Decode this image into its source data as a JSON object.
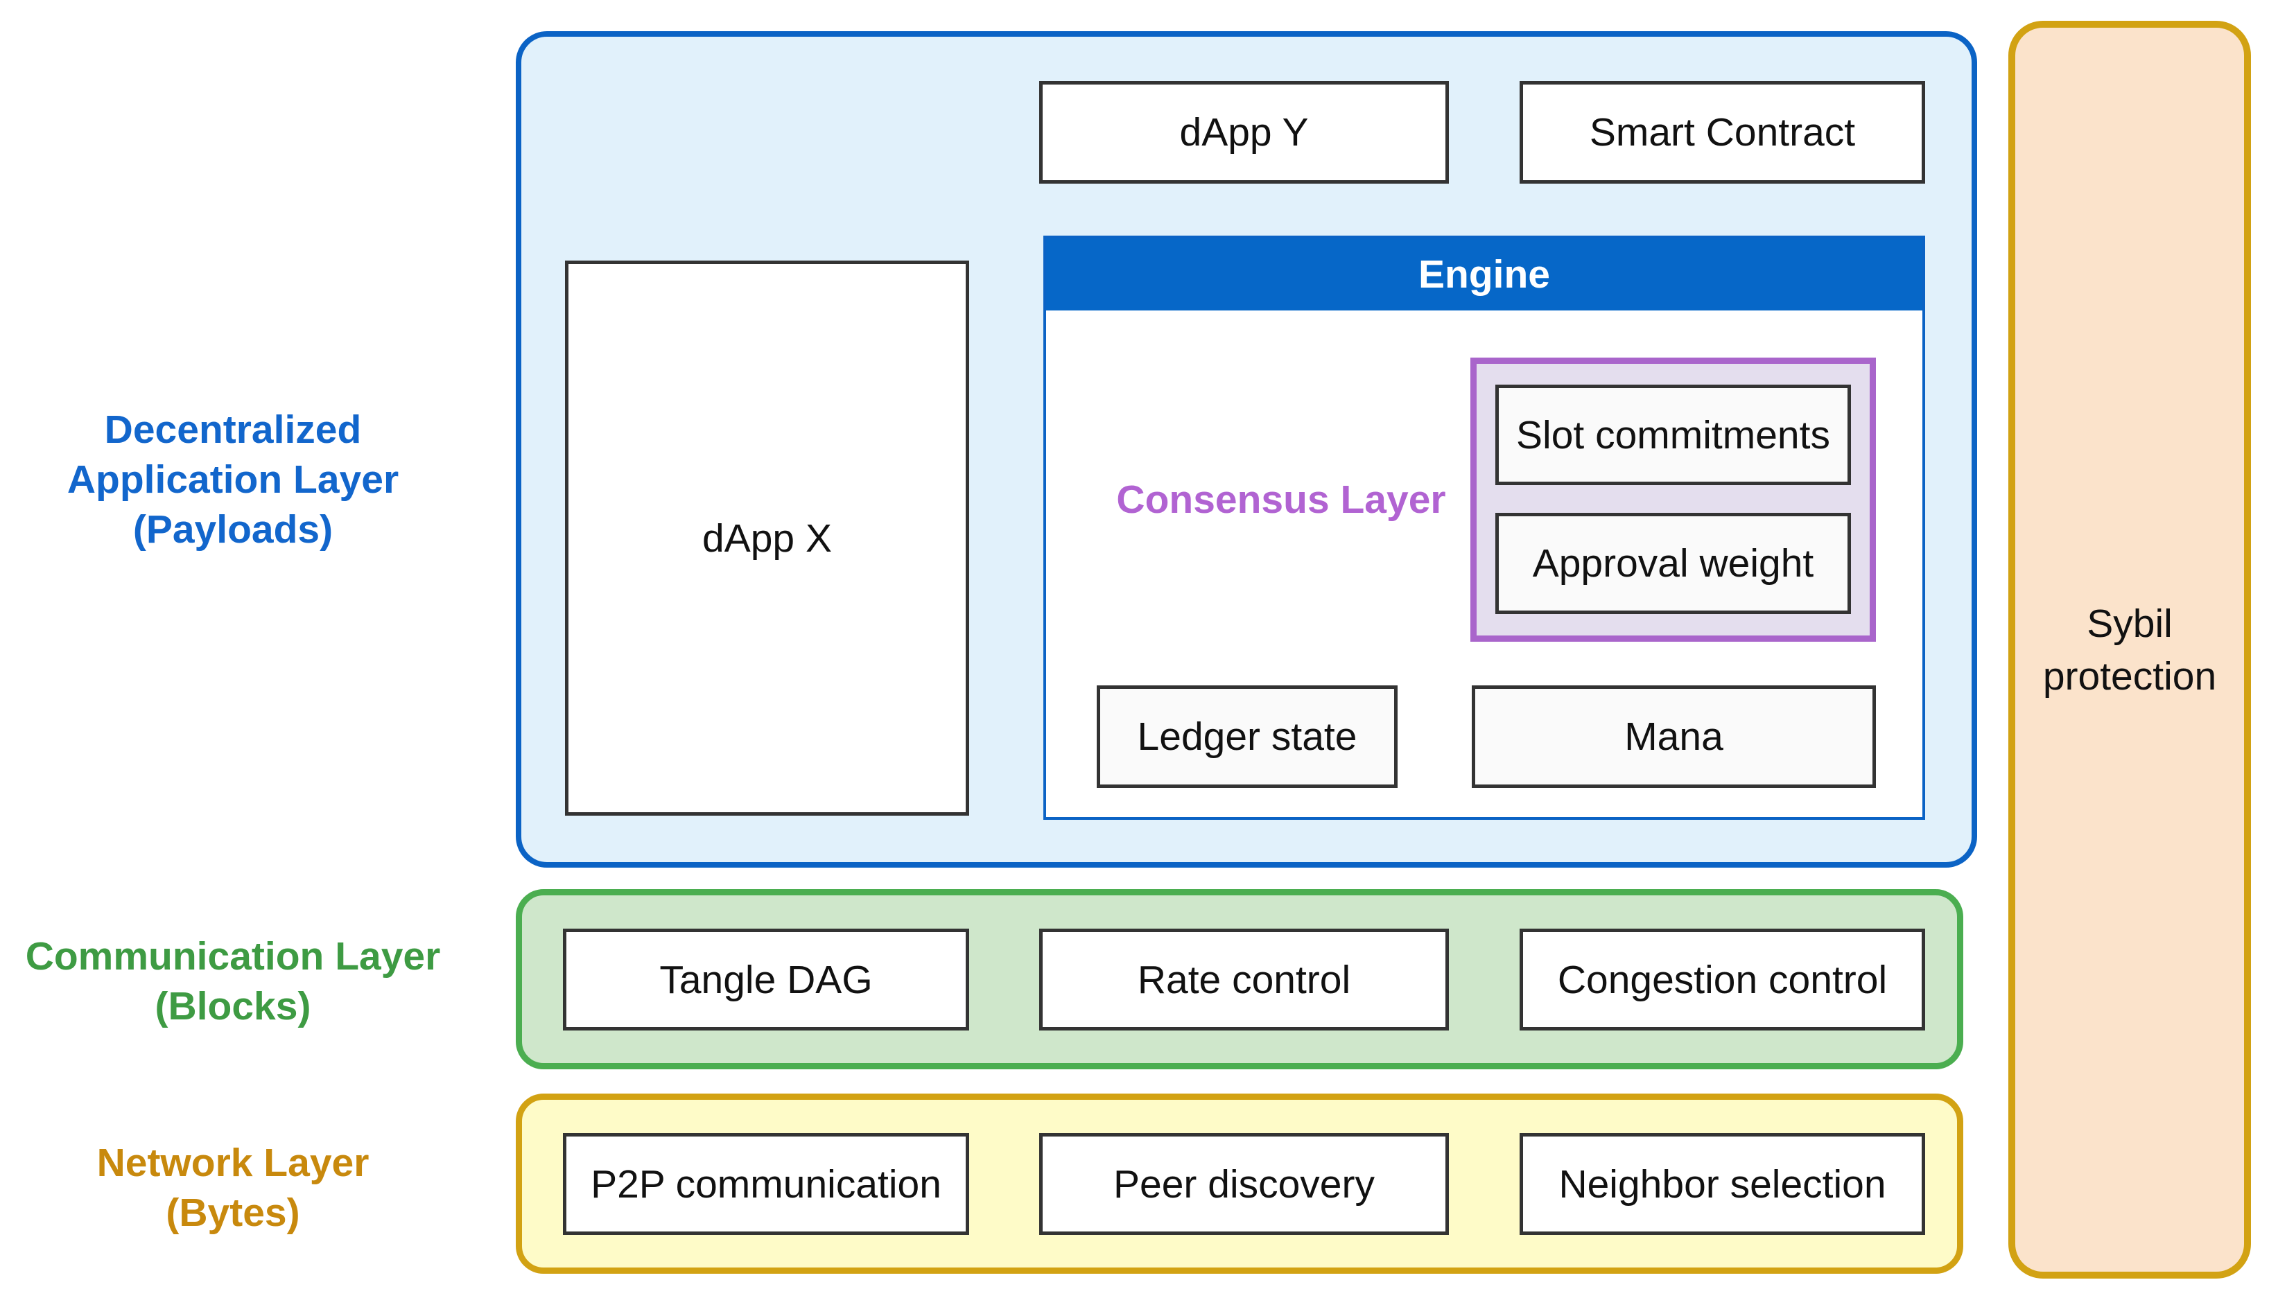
{
  "diagram": {
    "side_labels": {
      "application": {
        "text": "Decentralized\nApplication Layer\n(Payloads)",
        "color": "#1266CC"
      },
      "communication": {
        "text": "Communication Layer\n(Blocks)",
        "color": "#3E9B43"
      },
      "network": {
        "text": "Network Layer\n(Bytes)",
        "color": "#C8890D"
      }
    },
    "application_layer": {
      "dapp_y": "dApp Y",
      "smart_contract": "Smart Contract",
      "dapp_x": "dApp X",
      "engine": {
        "title": "Engine",
        "consensus_label": "Consensus Layer",
        "slot_commitments": "Slot commitments",
        "approval_weight": "Approval weight",
        "ledger_state": "Ledger state",
        "mana": "Mana"
      }
    },
    "communication_layer": {
      "tangle_dag": "Tangle DAG",
      "rate_control": "Rate control",
      "congestion_control": "Congestion control"
    },
    "network_layer": {
      "p2p_communication": "P2P communication",
      "peer_discovery": "Peer discovery",
      "neighbor_selection": "Neighbor selection"
    },
    "sybil": {
      "text": "Sybil\nprotection"
    },
    "colors": {
      "app_layer_fill": "#E1F1FB",
      "app_layer_border": "#0B63C5",
      "engine_header": "#0667C8",
      "consensus_fill": "#E4DEEE",
      "consensus_border": "#A965CB",
      "consensus_text": "#B163D2",
      "comm_layer_fill": "#CFE7CB",
      "comm_layer_border": "#4BAE50",
      "net_layer_fill": "#FEFBC8",
      "net_layer_border": "#D2A213",
      "sybil_fill": "#FBE3CB",
      "sybil_border": "#D2A213",
      "inner_box_border": "#333333",
      "app_label_text": "#1266CC",
      "comm_label_text": "#3E9B43",
      "net_label_text": "#C8890D"
    }
  }
}
